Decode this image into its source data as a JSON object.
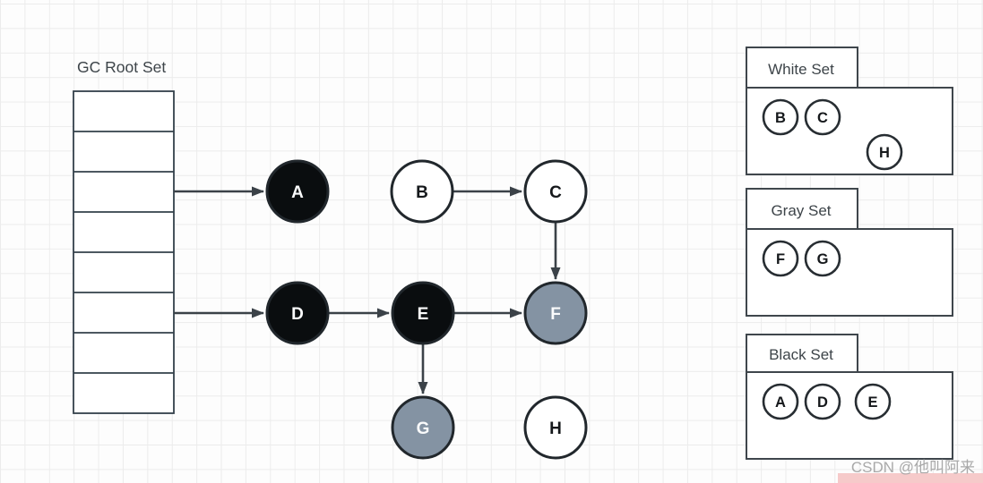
{
  "diagram": {
    "root_table": {
      "label": "GC Root Set",
      "row_count": 8,
      "rows_with_outgoing_pointers": [
        3,
        6
      ]
    },
    "nodes": [
      {
        "label": "A",
        "set": "black"
      },
      {
        "label": "B",
        "set": "white"
      },
      {
        "label": "C",
        "set": "white"
      },
      {
        "label": "D",
        "set": "black"
      },
      {
        "label": "E",
        "set": "black"
      },
      {
        "label": "F",
        "set": "gray"
      },
      {
        "label": "G",
        "set": "gray"
      },
      {
        "label": "H",
        "set": "white"
      }
    ],
    "edges": [
      "GC Root Set → A",
      "GC Root Set → D",
      "B → C",
      "C → F",
      "D → E",
      "E → F",
      "E → G"
    ],
    "sets": [
      {
        "label": "White Set",
        "members": [
          "B",
          "C",
          "H"
        ]
      },
      {
        "label": "Gray Set",
        "members": [
          "F",
          "G"
        ]
      },
      {
        "label": "Black Set",
        "members": [
          "A",
          "D",
          "E"
        ]
      }
    ]
  },
  "watermark": {
    "text": "CSDN @他叫阿来"
  },
  "colors": {
    "black_node": "#0a0d0f",
    "gray_node": "#8493a3",
    "white_node": "#ffffff",
    "arrow": "#3b4248",
    "label_text": "#3d4449",
    "watermark_text": "#a9a9a9",
    "watermark_bar": "#f6caca"
  }
}
